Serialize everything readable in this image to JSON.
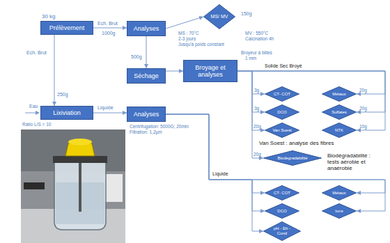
{
  "diagram": {
    "nodes": [
      {
        "text": [
          "Prélèvement"
        ]
      },
      {
        "text": [
          "Analyses"
        ]
      },
      {
        "text": [
          "MS/ MV"
        ]
      },
      {
        "text": [
          "Séchage"
        ]
      },
      {
        "text": [
          "Broyage et analyses"
        ]
      },
      {
        "text": [
          "Lixiviation"
        ]
      },
      {
        "text": [
          "Analyses"
        ]
      },
      {
        "text": [
          "CT- COT"
        ]
      },
      {
        "text": [
          "Métaux"
        ]
      },
      {
        "text": [
          "DCO"
        ]
      },
      {
        "text": [
          "Sulfates"
        ]
      },
      {
        "text": [
          "Van Soest"
        ]
      },
      {
        "text": [
          "NTK"
        ]
      },
      {
        "text": [
          "Biodegradabilité"
        ]
      },
      {
        "text": [
          "CT- COT"
        ]
      },
      {
        "text": [
          "Métaux"
        ]
      },
      {
        "text": [
          "DCO"
        ]
      },
      {
        "text": [
          "Ions"
        ]
      },
      {
        "text": [
          "pH - Eh - Cond"
        ]
      }
    ],
    "edges": [
      {
        "from": 0,
        "to": 1,
        "arrow": "to",
        "label": "Ech. Brut"
      },
      {
        "from": 1,
        "to": 2,
        "arrow": "to"
      },
      {
        "from": 1,
        "to": 3,
        "arrow": "to"
      },
      {
        "from": 3,
        "to": 4,
        "arrow": "to"
      },
      {
        "from": 0,
        "to": 5,
        "arrow": "to",
        "label": "Ech. Brut"
      },
      {
        "from": 5,
        "to": 6,
        "arrow": "to",
        "label": "Liquide"
      },
      {
        "from": 4,
        "to": 7,
        "arrow": "to"
      },
      {
        "from": 4,
        "to": 9,
        "arrow": "to"
      },
      {
        "from": 4,
        "to": 11,
        "arrow": "to"
      },
      {
        "from": 4,
        "to": 13,
        "arrow": "to"
      },
      {
        "from": 4,
        "to": 8,
        "arrow": "to"
      },
      {
        "from": 4,
        "to": 10,
        "arrow": "to"
      },
      {
        "from": 4,
        "to": 12,
        "arrow": "to"
      },
      {
        "from": 6,
        "to": 14,
        "arrow": "to"
      },
      {
        "from": 6,
        "to": 16,
        "arrow": "to"
      },
      {
        "from": 6,
        "to": 18,
        "arrow": "to"
      },
      {
        "from": 6,
        "to": 15,
        "arrow": "to"
      },
      {
        "from": 6,
        "to": 17,
        "arrow": "to"
      }
    ],
    "labels": [
      "30 kg",
      "1000g",
      "250g",
      "MS : 70°C",
      "2-3 jours",
      "Jusqu'à poids constant",
      "MV : 550°C",
      "Calcination 4h",
      "150g",
      "500g",
      "Broyeur à billes",
      "1 mm",
      "Solide Sec Broyé",
      "Eau",
      "Ratio L/S = 10",
      "Centrifugation: 5000G; 20min",
      "Filtration: 1,2µm",
      "3g",
      "3g",
      "20g",
      "20g",
      "20g",
      "20g",
      "10g",
      "Van Soest : analyse des fibres",
      "Biodégradabilité : tests aérobie et anaérobie",
      "Liquide"
    ]
  }
}
